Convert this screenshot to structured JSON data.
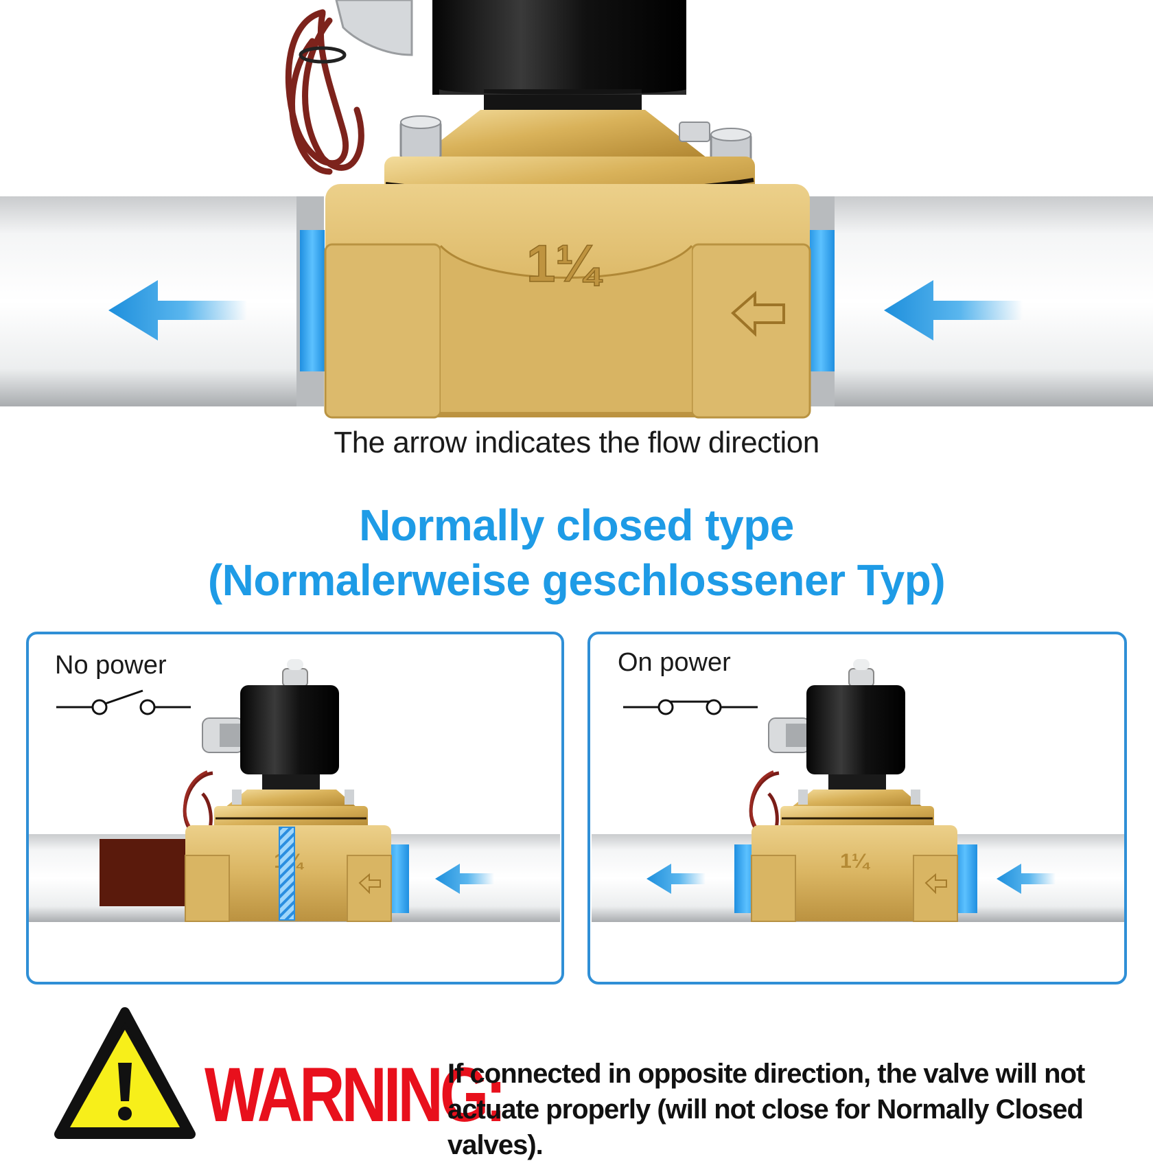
{
  "caption": "The arrow indicates the flow direction",
  "valve_marking": "1¼",
  "title_line1": "Normally closed type",
  "title_line2": "(Normalerweise geschlossener Typ)",
  "panels": [
    {
      "label": "No power",
      "switch_state": "open",
      "flow": "blocked"
    },
    {
      "label": "On power",
      "switch_state": "closed",
      "flow": "flowing"
    }
  ],
  "warning": {
    "word": "WARNING:",
    "text": "If connected in opposite direction, the valve will not actuate properly (will not close for Normally Closed valves)."
  },
  "colors": {
    "accent": "#1e9be6",
    "warning_red": "#e8101c",
    "brass": "#d9b25a",
    "water_blue": "#2aa6f0",
    "blocked_brown": "#5a1a0c"
  }
}
